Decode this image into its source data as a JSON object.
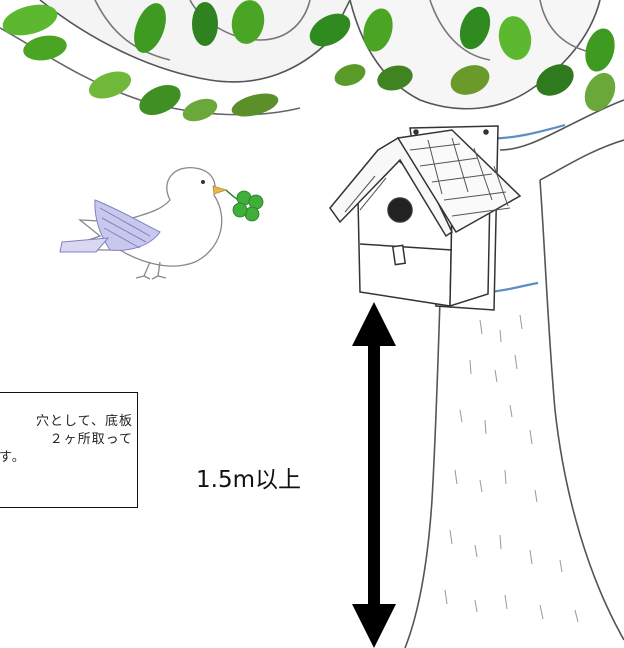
{
  "note": {
    "lines": [
      "穴として、底板",
      "２ヶ所取って",
      "す。"
    ]
  },
  "height_label": "1.5m以上",
  "colors": {
    "leaf_light": "#7cc242",
    "leaf_dark": "#2e7d1f",
    "tree_outline": "#444444",
    "wire": "#5b8fc2",
    "arrow": "#000000",
    "clover": "#3fae3b",
    "bird_wing": "#8080c8"
  },
  "icons": [
    "tree-illustration",
    "birdhouse-illustration",
    "bird-illustration",
    "clover-icon",
    "double-arrow-icon"
  ]
}
